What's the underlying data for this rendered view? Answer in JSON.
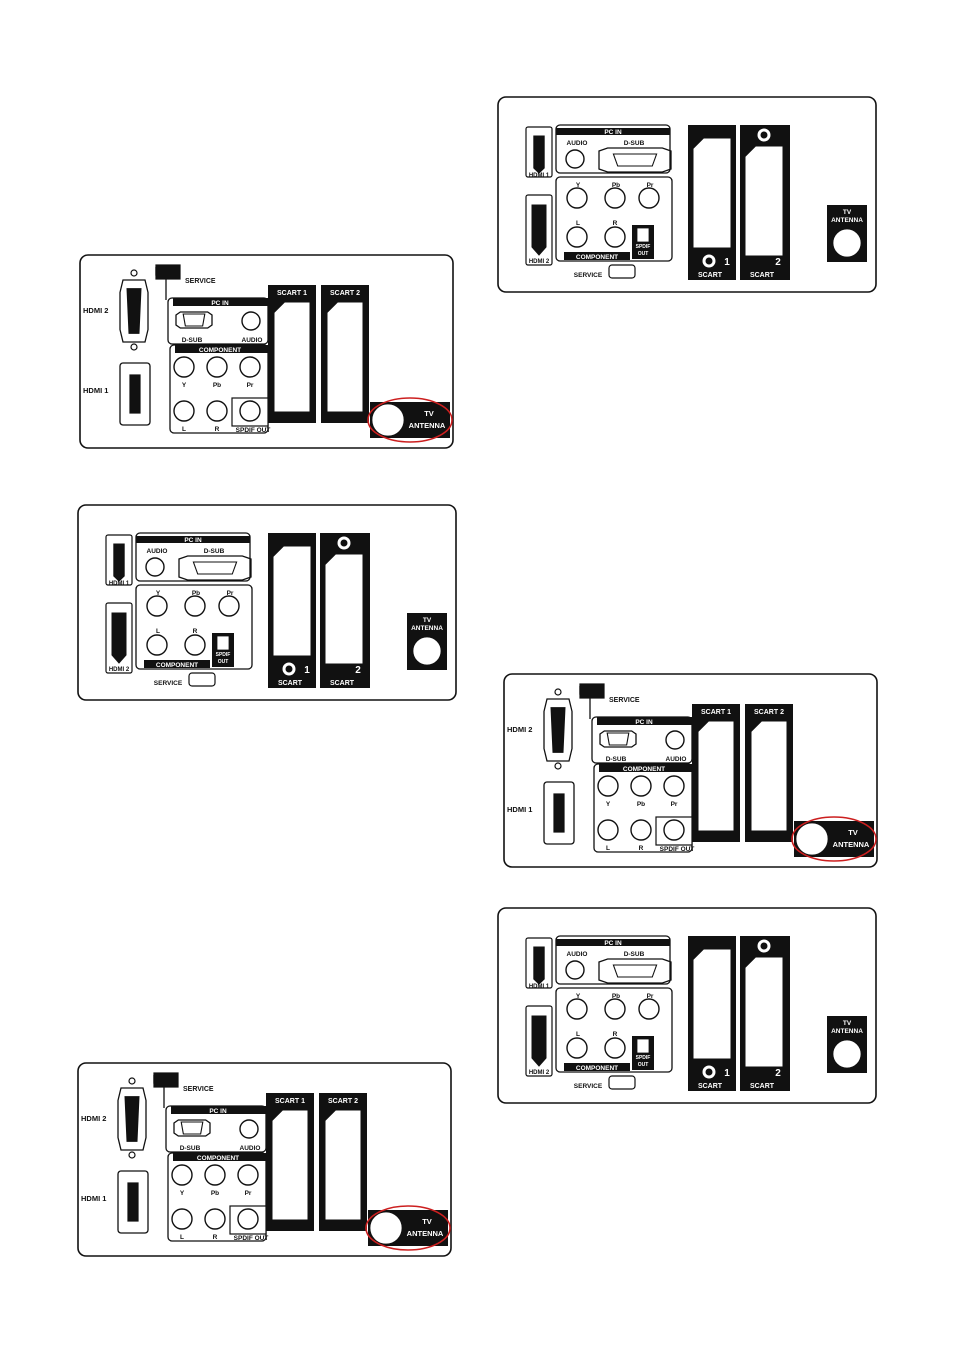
{
  "labels": {
    "service": "SERVICE",
    "hdmi1": "HDMI 1",
    "hdmi2": "HDMI 2",
    "pc_in": "PC IN",
    "dsub": "D-SUB",
    "audio": "AUDIO",
    "component": "COMPONENT",
    "y": "Y",
    "pb": "Pb",
    "pr": "Pr",
    "l": "L",
    "r": "R",
    "spdif_out": "SPDIF OUT",
    "spdif": "SPDIF",
    "out": "OUT",
    "scart1": "SCART 1",
    "scart2": "SCART 2",
    "scart": "SCART",
    "num1": "1",
    "num2": "2",
    "tv": "TV",
    "antenna": "ANTENNA"
  },
  "colors": {
    "ink": "#111111",
    "highlight": "#cc1f1f",
    "paper": "#ffffff"
  },
  "panels": [
    {
      "layout": "A",
      "highlighted": true
    },
    {
      "layout": "B",
      "highlighted": false
    },
    {
      "layout": "A",
      "highlighted": true
    },
    {
      "layout": "B",
      "highlighted": false
    },
    {
      "layout": "A",
      "highlighted": true
    },
    {
      "layout": "B",
      "highlighted": false
    }
  ]
}
